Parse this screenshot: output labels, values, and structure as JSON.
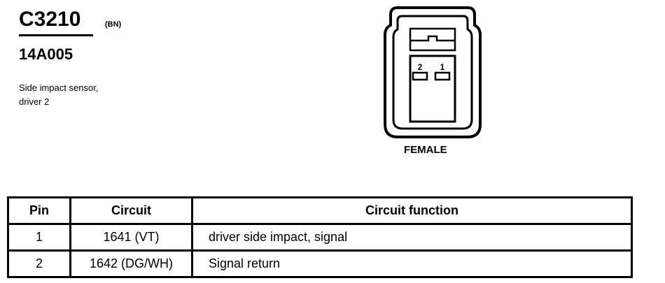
{
  "connector": {
    "id": "C3210",
    "color_code": "(BN)",
    "part_number": "14A005",
    "description_lines": [
      "Side impact sensor,",
      "driver 2"
    ],
    "pin_labels": [
      "2",
      "1"
    ],
    "gender": "FEMALE"
  },
  "pin_table": {
    "headers": [
      "Pin",
      "Circuit",
      "Circuit function"
    ],
    "rows": [
      {
        "pin": "1",
        "circuit": "1641 (VT)",
        "function": "driver side impact, signal"
      },
      {
        "pin": "2",
        "circuit": "1642 (DG/WH)",
        "function": "Signal return"
      }
    ]
  }
}
